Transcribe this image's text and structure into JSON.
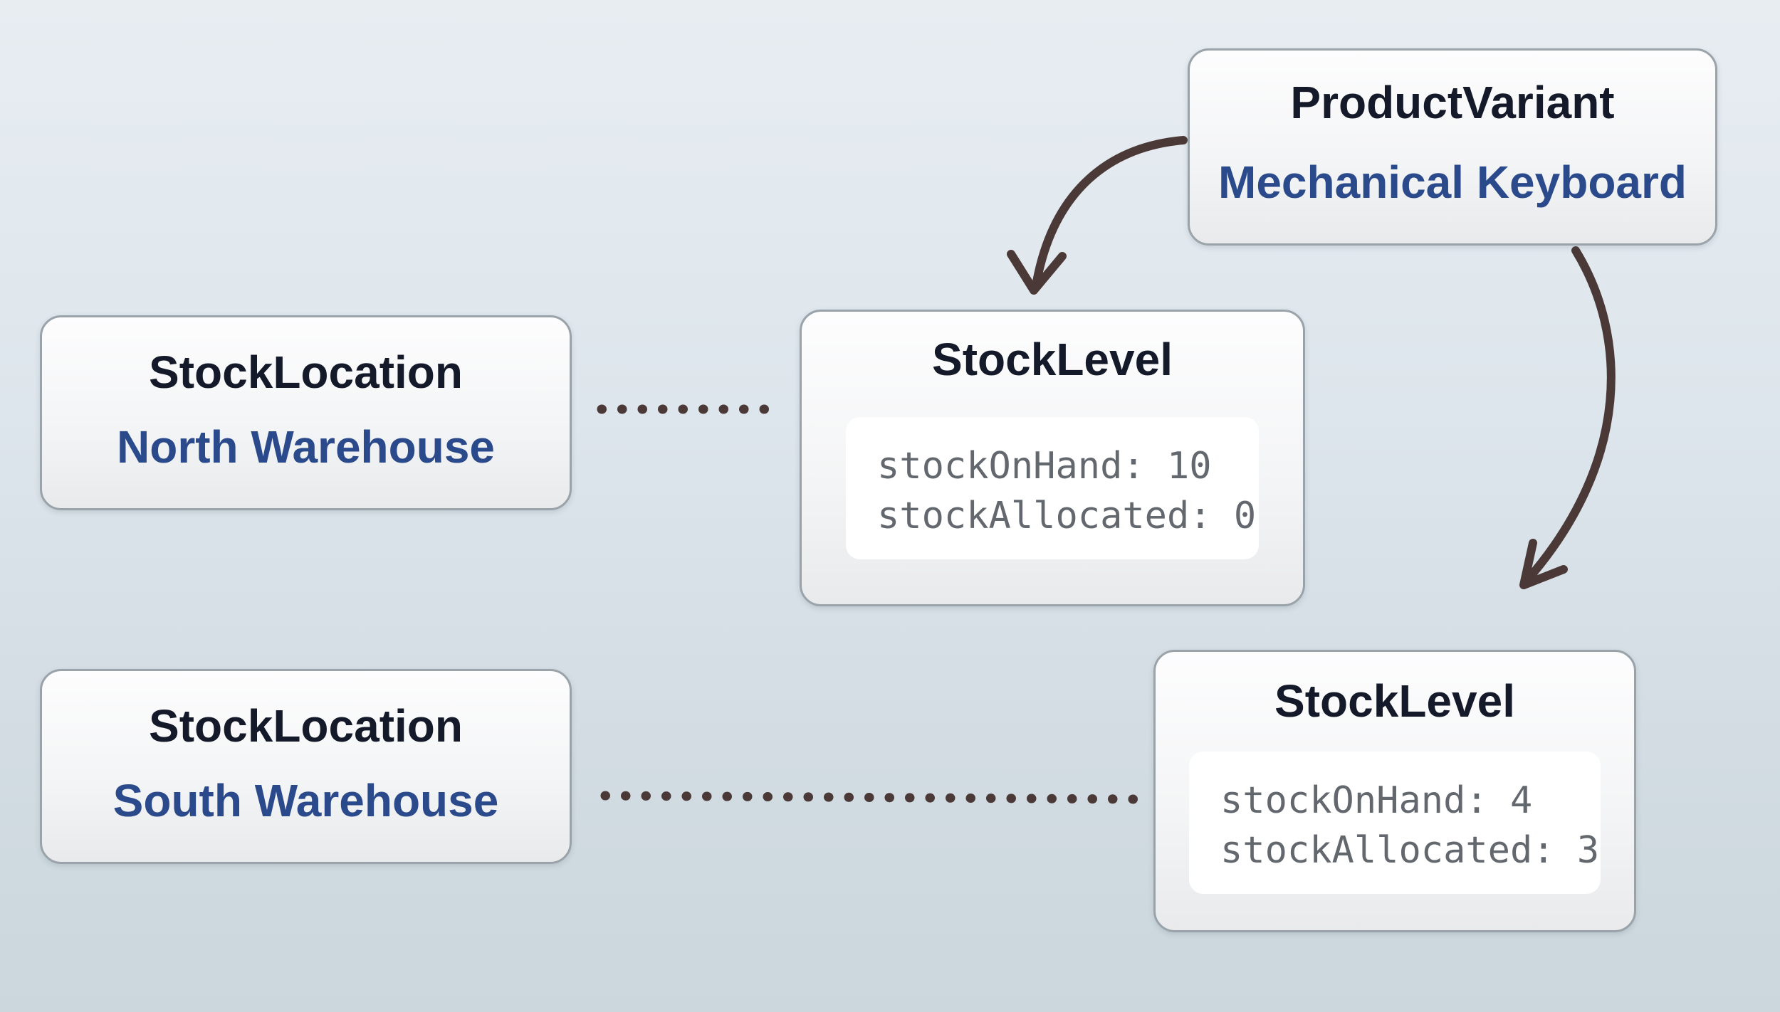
{
  "diagram": {
    "nodes": {
      "product_variant": {
        "type": "ProductVariant",
        "name": "Mechanical Keyboard"
      },
      "stock_location_north": {
        "type": "StockLocation",
        "name": "North Warehouse"
      },
      "stock_location_south": {
        "type": "StockLocation",
        "name": "South Warehouse"
      },
      "stock_level_north": {
        "type": "StockLevel",
        "fields": [
          "stockOnHand: 10",
          "stockAllocated: 0"
        ]
      },
      "stock_level_south": {
        "type": "StockLevel",
        "fields": [
          "stockOnHand: 4",
          "stockAllocated: 3"
        ]
      }
    },
    "relations": [
      {
        "from": "product_variant",
        "to": "stock_level_north",
        "style": "curved-arrow"
      },
      {
        "from": "product_variant",
        "to": "stock_level_south",
        "style": "curved-arrow"
      },
      {
        "from": "stock_location_north",
        "to": "stock_level_north",
        "style": "dotted-line"
      },
      {
        "from": "stock_location_south",
        "to": "stock_level_south",
        "style": "dotted-line"
      }
    ]
  },
  "colors": {
    "type_label": "#141a29",
    "instance_label": "#2b4a8c",
    "field_text": "#63686e",
    "connector": "#4a3937",
    "node_border": "#99a3a9",
    "background_top": "#e8edf2",
    "background_bottom": "#cbd7dd"
  }
}
